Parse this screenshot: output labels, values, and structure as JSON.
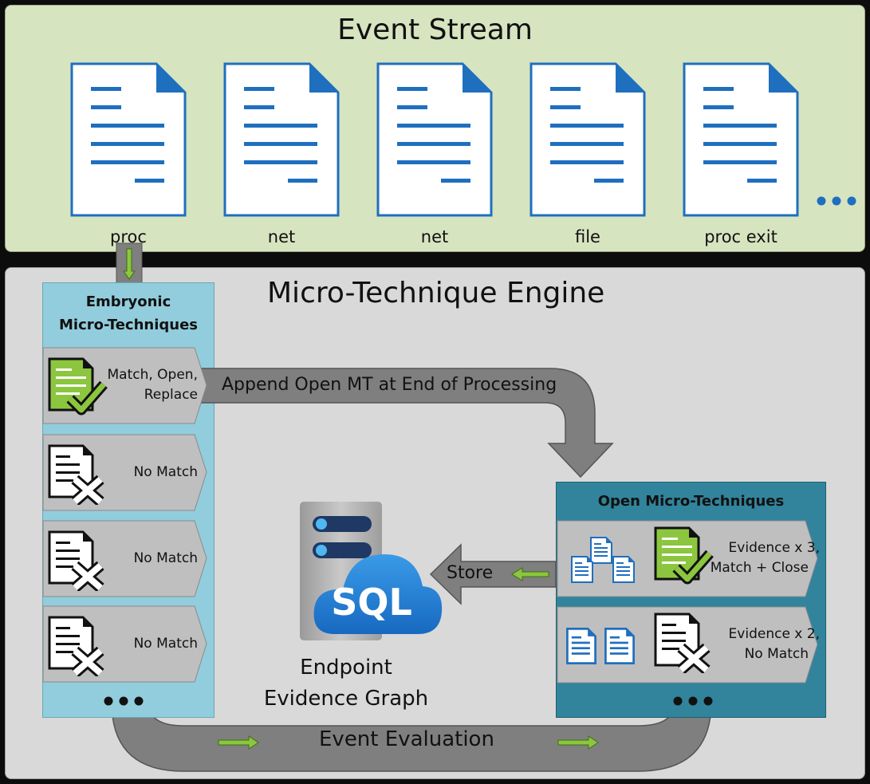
{
  "event_stream": {
    "title": "Event Stream",
    "events": [
      {
        "label": "proc"
      },
      {
        "label": "net"
      },
      {
        "label": "net"
      },
      {
        "label": "file"
      },
      {
        "label": "proc exit"
      }
    ]
  },
  "engine": {
    "title": "Micro-Technique Engine",
    "embryonic": {
      "title_line1": "Embryonic",
      "title_line2": "Micro-Techniques",
      "cards": [
        {
          "line1": "Match, Open,",
          "line2": "Replace",
          "status": "match"
        },
        {
          "line1": "No Match",
          "status": "no-match"
        },
        {
          "line1": "No Match",
          "status": "no-match"
        },
        {
          "line1": "No Match",
          "status": "no-match"
        }
      ]
    },
    "open": {
      "title": "Open Micro-Techniques",
      "cards": [
        {
          "line1": "Evidence x 3,",
          "line2": "Match + Close",
          "status": "match"
        },
        {
          "line1": "Evidence x 2,",
          "line2": "No Match",
          "status": "no-match"
        }
      ]
    },
    "append_label": "Append Open MT at End of Processing",
    "store_label": "Store",
    "evaluation_label": "Event Evaluation",
    "db": {
      "badge": "SQL",
      "caption_line1": "Endpoint",
      "caption_line2": "Evidence Graph"
    }
  },
  "colors": {
    "event_stream_bg": "#d7e4c0",
    "engine_bg": "#d9d9d9",
    "embryonic_bg": "#92cddd",
    "open_bg": "#31849b",
    "doc_blue": "#1f6fbf",
    "match_green": "#8cc63f",
    "arrow_gray": "#7f7f7f"
  }
}
